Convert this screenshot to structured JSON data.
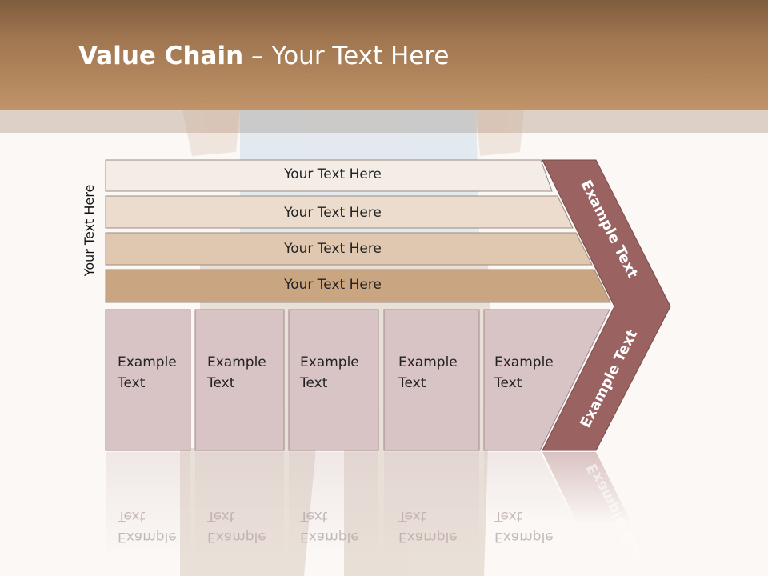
{
  "slide": {
    "title_bold": "Value Chain",
    "title_rest": " – Your Text Here"
  },
  "side_label": "Your Text Here",
  "bars": [
    {
      "label": "Your Text Here"
    },
    {
      "label": "Your Text Here"
    },
    {
      "label": "Your Text Here"
    },
    {
      "label": "Your Text Here"
    }
  ],
  "boxes": [
    {
      "line1": "Example",
      "line2": "Text"
    },
    {
      "line1": "Example",
      "line2": "Text"
    },
    {
      "line1": "Example",
      "line2": "Text"
    },
    {
      "line1": "Example",
      "line2": "Text"
    },
    {
      "line1": "Example",
      "line2": "Text"
    }
  ],
  "chevron": {
    "upper_label": "Example Text",
    "lower_label": "Example Text"
  },
  "colors": {
    "header": "#a07650",
    "chevron": "#9b6262",
    "box_fill": "#d8c3c5",
    "bar1": "#f4ede7",
    "bar2": "#ebdccd",
    "bar3": "#e0c8b0",
    "bar4": "#c9a582"
  }
}
